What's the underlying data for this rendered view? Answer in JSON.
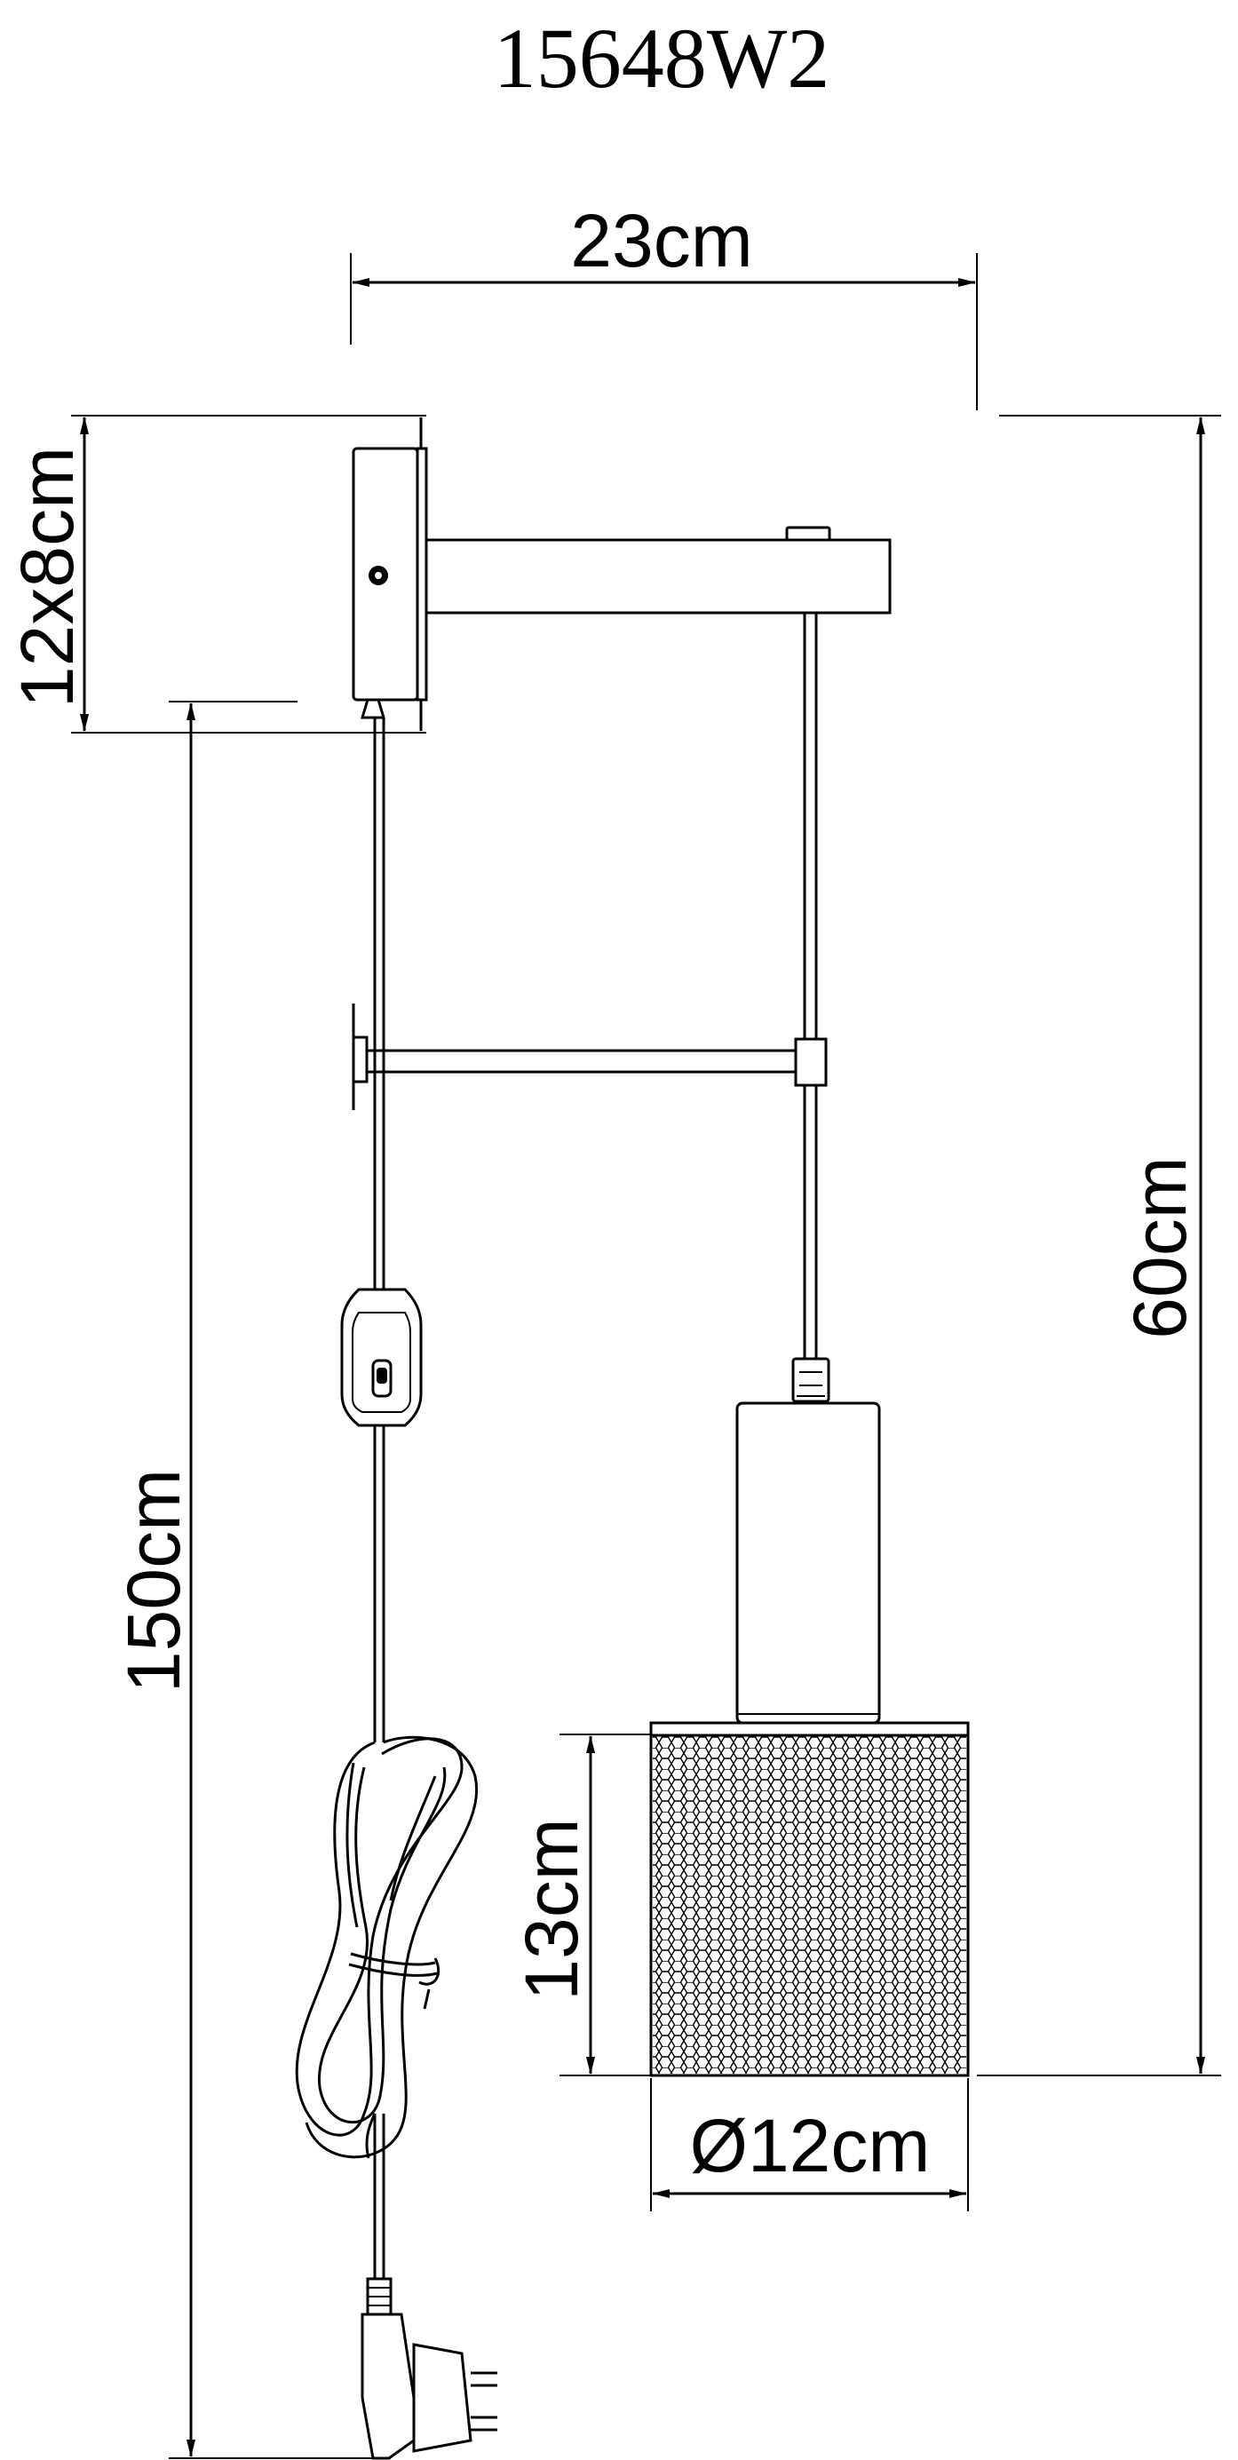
{
  "title": "15648W2",
  "dimensions": {
    "width": "23cm",
    "backplate": "12x8cm",
    "cable": "150cm",
    "drop": "60cm",
    "shade_height": "13cm",
    "shade_diameter": "Ø12cm"
  },
  "colors": {
    "line": "#000000",
    "background": "#ffffff"
  }
}
